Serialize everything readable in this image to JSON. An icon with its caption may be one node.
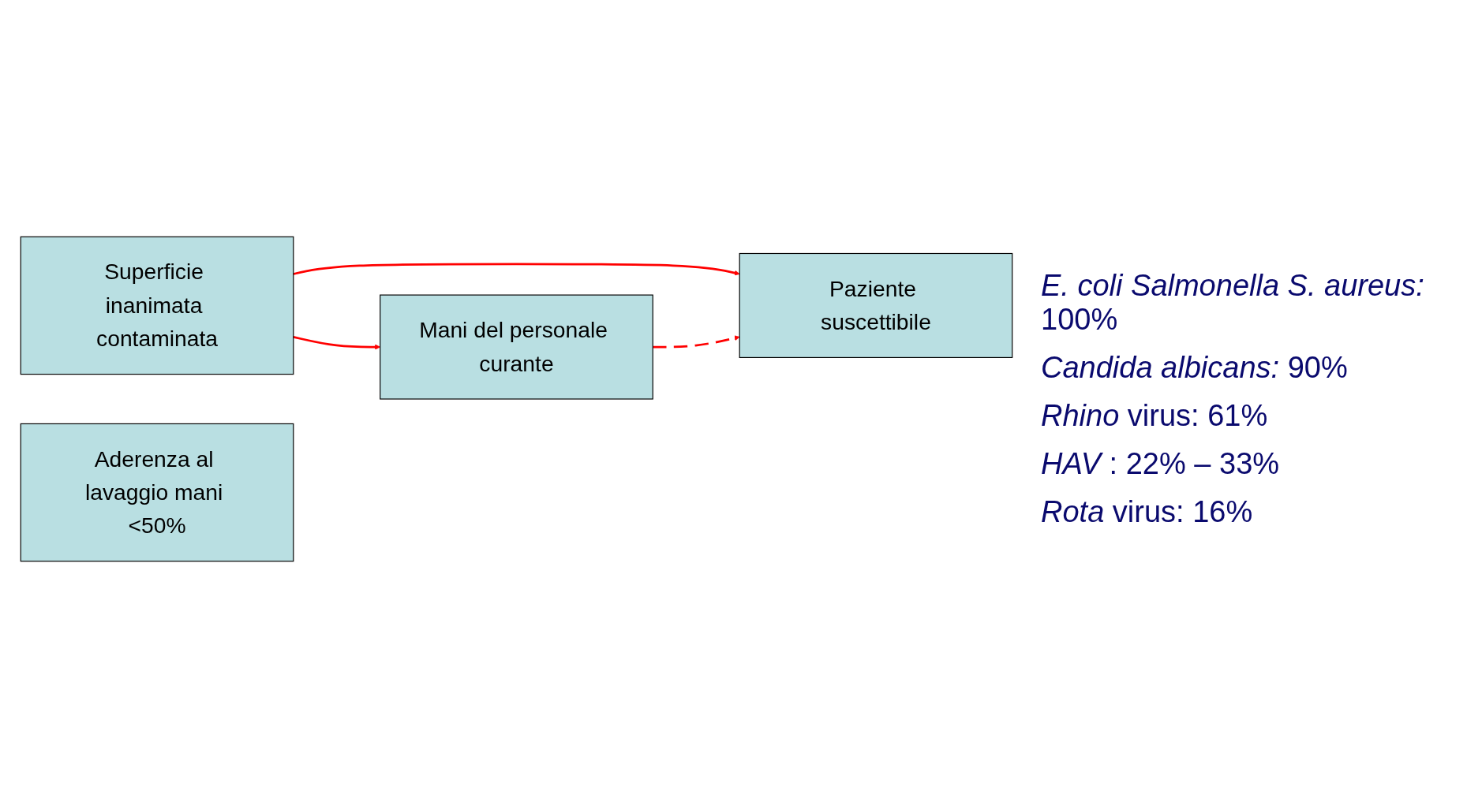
{
  "diagram": {
    "nodes": [
      {
        "text": [
          "Superficie inanimata contaminata"
        ]
      },
      {
        "text": [
          "Paziente suscettibile"
        ]
      },
      {
        "text": [
          "Mani del personale curante"
        ]
      },
      {
        "text": [
          "Aderenza al lavaggio mani <50%"
        ]
      }
    ],
    "edges": [
      {
        "from": 0,
        "to": 1,
        "arrow": "to"
      },
      {
        "from": 0,
        "to": 2,
        "arrow": "to"
      },
      {
        "from": 2,
        "to": 1,
        "arrow": "to",
        "style": "dashed"
      }
    ],
    "labels": [
      "*E. coli Salmonella S. aureus:* 100%",
      "*Candida albicans:* 90%",
      "*Rhino* virus: 61%",
      "*HAV* : 22% – 33%",
      "*Rota* virus: 16%"
    ]
  }
}
